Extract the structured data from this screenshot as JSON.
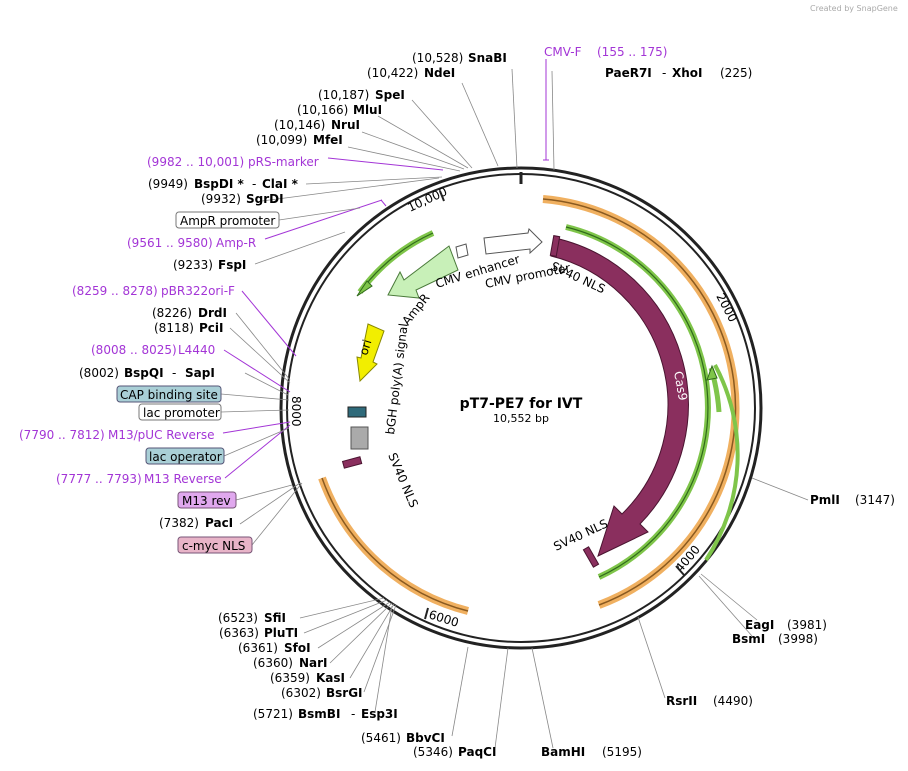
{
  "credit": "Created by SnapGene",
  "plasmid": {
    "name": "pT7-PE7 for IVT",
    "size_label": "10,552 bp"
  },
  "ticks": [
    "2000",
    "4000",
    "6000",
    "8000",
    "10,000"
  ],
  "left_sites": [
    {
      "pos": "(10,528)",
      "name": "SnaBI"
    },
    {
      "pos": "(10,422)",
      "name": "NdeI"
    },
    {
      "pos": "(10,187)",
      "name": "SpeI"
    },
    {
      "pos": "(10,166)",
      "name": "MluI"
    },
    {
      "pos": "(10,146)",
      "name": "NruI"
    },
    {
      "pos": "(10,099)",
      "name": "MfeI"
    },
    {
      "pos": "(9949)",
      "name": "BspDI *",
      "dash": "-",
      "name2": "ClaI *"
    },
    {
      "pos": "(9932)",
      "name": "SgrDI"
    },
    {
      "pos": "(9233)",
      "name": "FspI"
    },
    {
      "pos": "(8226)",
      "name": "DrdI"
    },
    {
      "pos": "(8118)",
      "name": "PciI"
    },
    {
      "pos": "(8002)",
      "name": "BspQI",
      "dash": "-",
      "name2": "SapI"
    },
    {
      "pos": "(7382)",
      "name": "PacI"
    },
    {
      "pos": "(6523)",
      "name": "SfiI"
    },
    {
      "pos": "(6363)",
      "name": "PluTI"
    },
    {
      "pos": "(6361)",
      "name": "SfoI"
    },
    {
      "pos": "(6360)",
      "name": "NarI"
    },
    {
      "pos": "(6359)",
      "name": "KasI"
    },
    {
      "pos": "(6302)",
      "name": "BsrGI"
    },
    {
      "pos": "(5721)",
      "name": "BsmBI",
      "dash": "-",
      "name2": "Esp3I"
    },
    {
      "pos": "(5461)",
      "name": "BbvCI"
    },
    {
      "pos": "(5346)",
      "name": "PaqCI"
    }
  ],
  "right_sites": [
    {
      "name": "PaeR7I",
      "dash": "-",
      "name2": "XhoI",
      "pos": "(225)"
    },
    {
      "name": "PmlI",
      "pos": "(3147)"
    },
    {
      "name": "EagI",
      "pos": "(3981)"
    },
    {
      "name": "BsmI",
      "pos": "(3998)"
    },
    {
      "name": "RsrII",
      "pos": "(4490)"
    },
    {
      "name": "BamHI",
      "pos": "(5195)"
    }
  ],
  "primers": [
    {
      "range": "(155 .. 175)",
      "name": "CMV-F"
    },
    {
      "range": "(9982 .. 10,001)",
      "name": "pRS-marker"
    },
    {
      "range": "(9561 .. 9580)",
      "name": "Amp-R"
    },
    {
      "range": "(8259 .. 8278)",
      "name": "pBR322ori-F"
    },
    {
      "range": "(8008 .. 8025)",
      "name": "L4440"
    },
    {
      "range": "(7790 .. 7812)",
      "name": "M13/pUC Reverse"
    },
    {
      "range": "(7777 .. 7793)",
      "name": "M13 Reverse"
    }
  ],
  "boxed": {
    "ampr_promoter": "AmpR promoter",
    "cap_site": "CAP binding site",
    "lac_promoter": "lac promoter",
    "lac_operator": "lac operator",
    "m13_rev": "M13 rev",
    "cmyc_nls": "c-myc NLS"
  },
  "features": {
    "cmv_enhancer": "CMV enhancer",
    "cmv_promoter": "CMV promoter",
    "sv40_nls_top": "SV40 NLS",
    "cas9": "Cas9",
    "sv40_nls_lower": "SV40 NLS",
    "sv40_nls_left": "SV40 NLS",
    "ampr": "AmpR",
    "ori": "ori",
    "bgh": "bGH poly(A) signal"
  },
  "colors": {
    "cas9": "#8a2f5e",
    "ampr": "#c8f0b8",
    "ori": "#f2ee00",
    "orange_arc": "#f0b060",
    "green_arc": "#7fc54a",
    "primer": "#a335d6",
    "cap_box": "#a9cfd6",
    "lac_op_box": "#a9cfd6",
    "m13_box": "#e0a8ee",
    "cmyc_box": "#e8b4c8"
  }
}
